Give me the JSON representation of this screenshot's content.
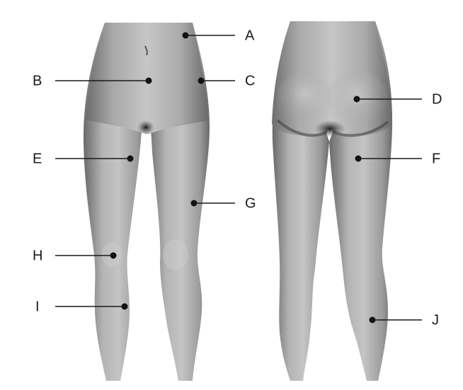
{
  "figure": {
    "views": [
      {
        "name": "front"
      },
      {
        "name": "back"
      }
    ]
  },
  "labels": [
    {
      "id": "A",
      "text": "A",
      "view": "front"
    },
    {
      "id": "B",
      "text": "B",
      "view": "front"
    },
    {
      "id": "C",
      "text": "C",
      "view": "front"
    },
    {
      "id": "D",
      "text": "D",
      "view": "back"
    },
    {
      "id": "E",
      "text": "E",
      "view": "front"
    },
    {
      "id": "F",
      "text": "F",
      "view": "back"
    },
    {
      "id": "G",
      "text": "G",
      "view": "front"
    },
    {
      "id": "H",
      "text": "H",
      "view": "front"
    },
    {
      "id": "I",
      "text": "I",
      "view": "front"
    },
    {
      "id": "J",
      "text": "J",
      "view": "back"
    }
  ]
}
